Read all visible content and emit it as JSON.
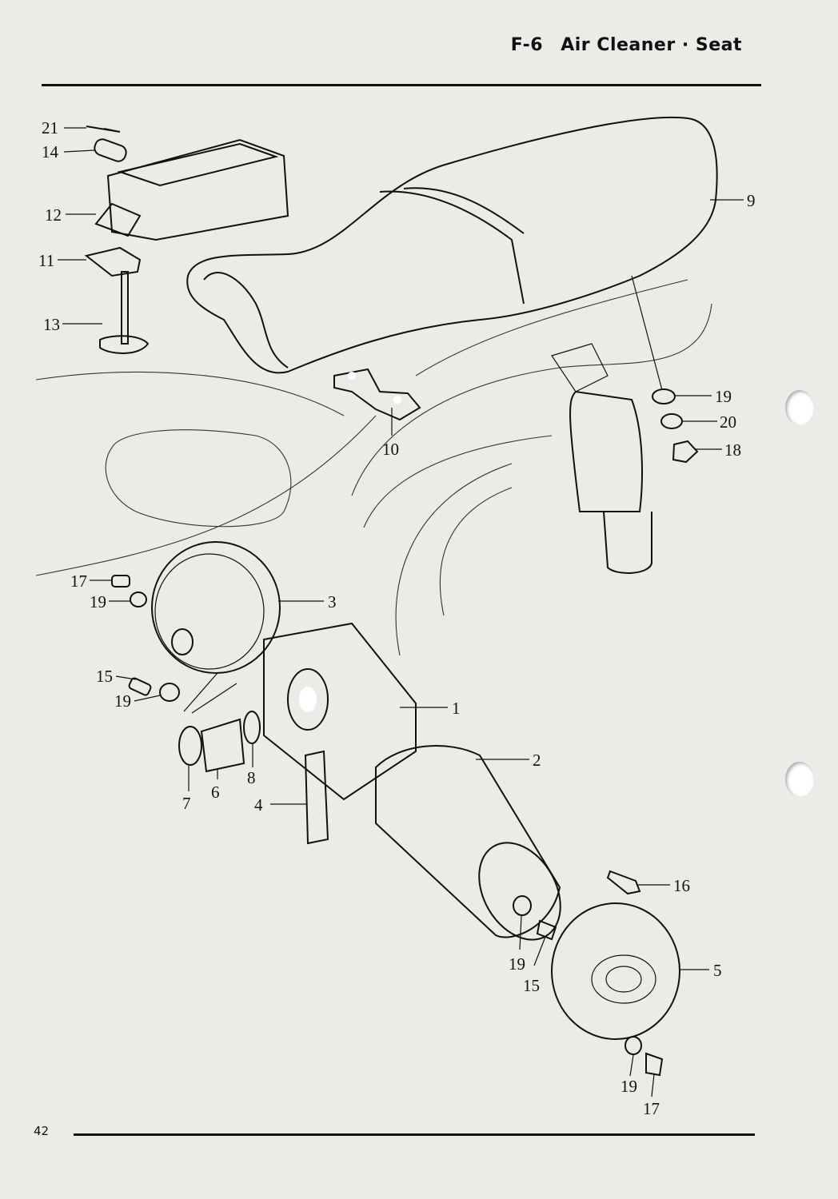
{
  "header": {
    "code": "F-6",
    "title": "Air Cleaner · Seat"
  },
  "page_number": "42",
  "callouts": [
    {
      "id": "c21a",
      "label": "21"
    },
    {
      "id": "c14",
      "label": "14"
    },
    {
      "id": "c12",
      "label": "12"
    },
    {
      "id": "c11",
      "label": "11"
    },
    {
      "id": "c13",
      "label": "13"
    },
    {
      "id": "c9",
      "label": "9"
    },
    {
      "id": "c19a",
      "label": "19"
    },
    {
      "id": "c20",
      "label": "20"
    },
    {
      "id": "c18",
      "label": "18"
    },
    {
      "id": "c10",
      "label": "10"
    },
    {
      "id": "c17a",
      "label": "17"
    },
    {
      "id": "c19b",
      "label": "19"
    },
    {
      "id": "c3",
      "label": "3"
    },
    {
      "id": "c15a",
      "label": "15"
    },
    {
      "id": "c19c",
      "label": "19"
    },
    {
      "id": "c1",
      "label": "1"
    },
    {
      "id": "c2",
      "label": "2"
    },
    {
      "id": "c7",
      "label": "7"
    },
    {
      "id": "c6",
      "label": "6"
    },
    {
      "id": "c8",
      "label": "8"
    },
    {
      "id": "c4",
      "label": "4"
    },
    {
      "id": "c16",
      "label": "16"
    },
    {
      "id": "c19d",
      "label": "19"
    },
    {
      "id": "c15b",
      "label": "15"
    },
    {
      "id": "c5",
      "label": "5"
    },
    {
      "id": "c19e",
      "label": "19"
    },
    {
      "id": "c17b",
      "label": "17"
    }
  ]
}
